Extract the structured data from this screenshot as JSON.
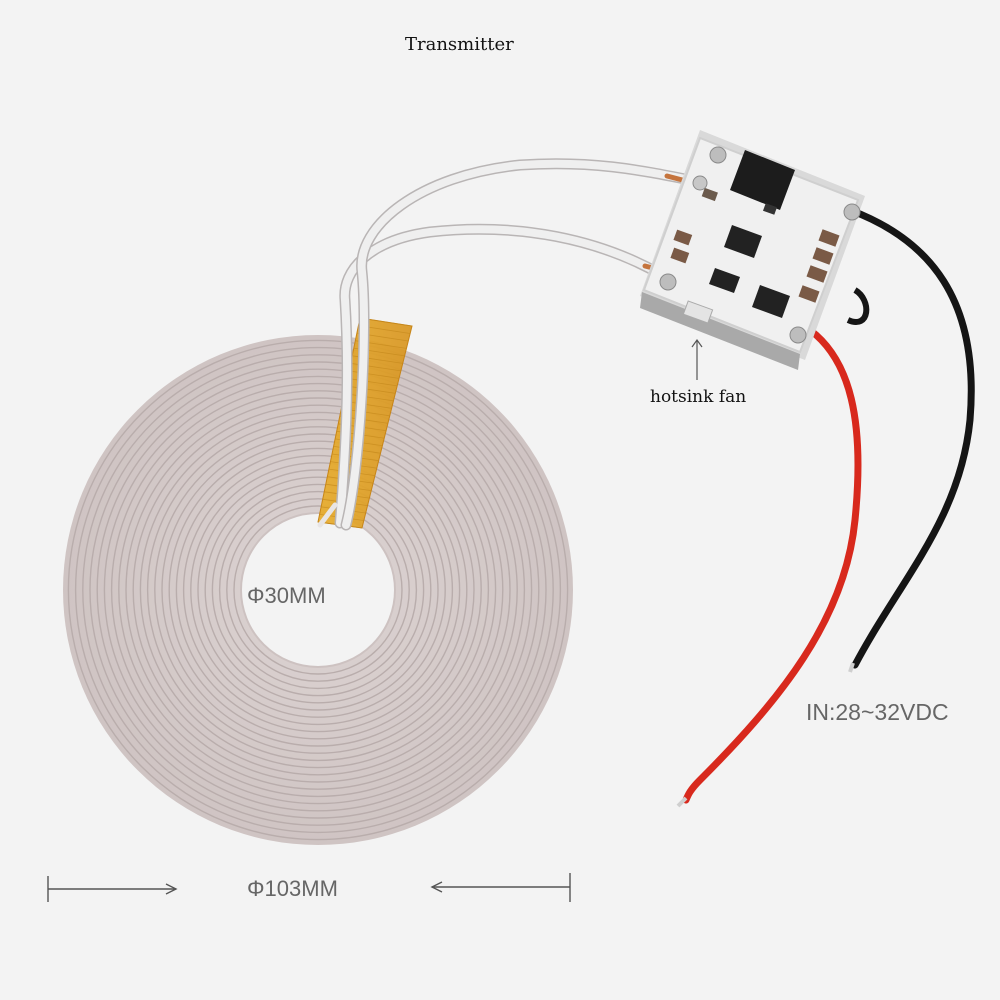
{
  "labels": {
    "title": "Transmitter",
    "fan": "hotsink fan",
    "inner_diameter": "Φ30MM",
    "outer_diameter": "Φ103MM",
    "input_voltage": "IN:28~32VDC"
  },
  "colors": {
    "background": "#f3f3f3",
    "coil": "#d6cccb",
    "coil_groove": "#b7abaa",
    "tape": "#e2a526",
    "pcb": "#efefef",
    "wire_red": "#d8291d",
    "wire_black": "#151515",
    "wire_white": "#ececec",
    "annotation_text": "#666666"
  },
  "icons": [
    "coil-image",
    "pcb-board-image",
    "arrow-up-icon",
    "dimension-arrow-left-icon",
    "dimension-arrow-right-icon"
  ]
}
